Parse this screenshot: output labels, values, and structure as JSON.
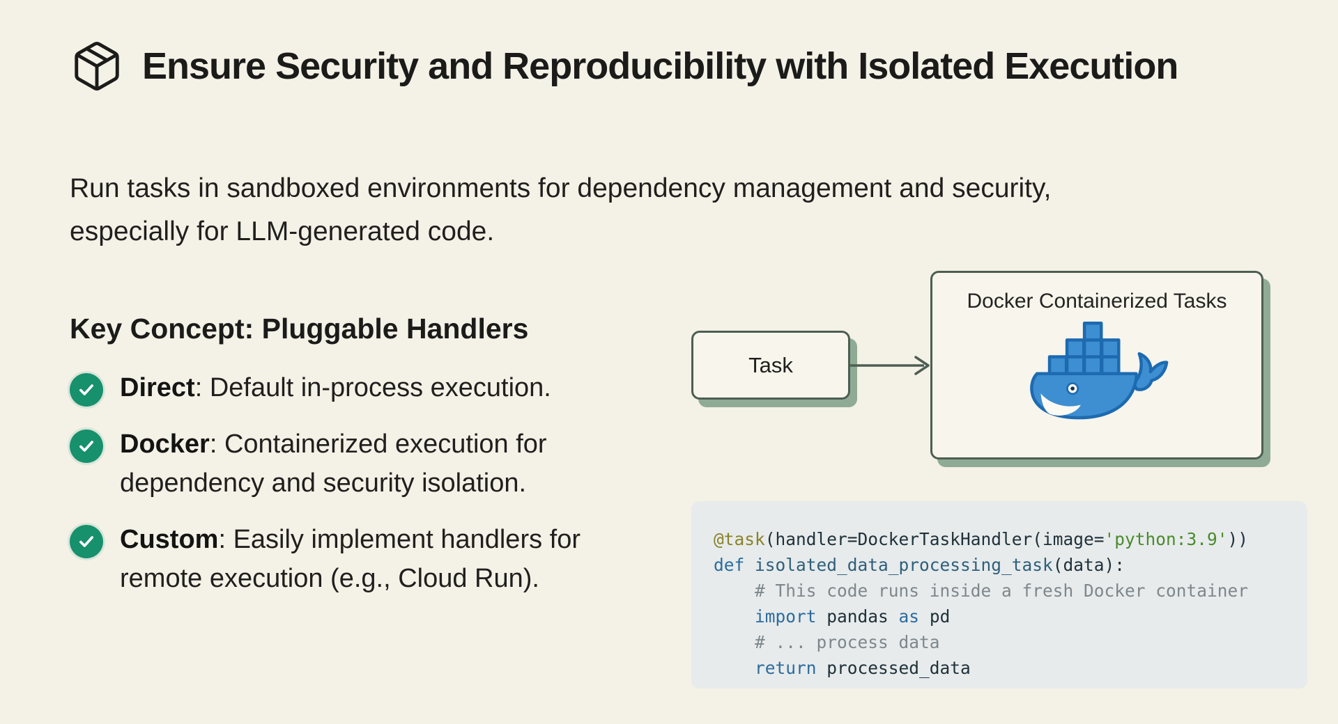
{
  "slide": {
    "title": "Ensure Security and Reproducibility with Isolated Execution",
    "intro": "Run tasks in sandboxed environments for dependency management and security, especially for LLM-generated code.",
    "key_concept_heading": "Key Concept: Pluggable Handlers",
    "bullets": [
      {
        "term": "Direct",
        "rest": ": Default in-process execution."
      },
      {
        "term": "Docker",
        "rest": ": Containerized execution for dependency and security isolation."
      },
      {
        "term": "Custom",
        "rest": ": Easily implement handlers for remote execution (e.g., Cloud Run)."
      }
    ]
  },
  "diagram": {
    "task_label": "Task",
    "docker_label": "Docker Containerized Tasks",
    "icons": {
      "title_icon": "package-icon",
      "docker_icon": "docker-whale-icon",
      "connector": "right-arrow-icon",
      "bullet_icon": "check-circle-icon"
    }
  },
  "code_block": {
    "language": "python",
    "lines": [
      [
        {
          "t": "@task",
          "c": "deco"
        },
        {
          "t": "(handler=DockerTaskHandler(image=",
          "c": "plain"
        },
        {
          "t": "'python:3.9'",
          "c": "str"
        },
        {
          "t": "))",
          "c": "plain"
        }
      ],
      [
        {
          "t": "def",
          "c": "kw"
        },
        {
          "t": " ",
          "c": "plain"
        },
        {
          "t": "isolated_data_processing_task",
          "c": "fn"
        },
        {
          "t": "(data):",
          "c": "plain"
        }
      ],
      [
        {
          "t": "    # This code runs inside a fresh Docker container",
          "c": "com"
        }
      ],
      [
        {
          "t": "    ",
          "c": "plain"
        },
        {
          "t": "import",
          "c": "kw"
        },
        {
          "t": " pandas ",
          "c": "plain"
        },
        {
          "t": "as",
          "c": "kw"
        },
        {
          "t": " pd",
          "c": "plain"
        }
      ],
      [
        {
          "t": "    # ... process data",
          "c": "com"
        }
      ],
      [
        {
          "t": "    ",
          "c": "plain"
        },
        {
          "t": "return",
          "c": "kw"
        },
        {
          "t": " processed_data",
          "c": "plain"
        }
      ]
    ]
  },
  "colors": {
    "background": "#f4f1e7",
    "text": "#1c1c1a",
    "check_green": "#17906c",
    "diagram_border": "#4d5e52",
    "diagram_shadow": "#8fab96",
    "node_fill": "#f7f5ec",
    "code_background": "#e7ebec",
    "code_decorator": "#8a8229",
    "code_string": "#4a8b2c",
    "code_keyword": "#2d6c9d",
    "code_function": "#2f5f7a",
    "code_comment": "#7e878c",
    "docker_blue": "#3d8fd1",
    "docker_blue_dark": "#1d6ab0"
  }
}
